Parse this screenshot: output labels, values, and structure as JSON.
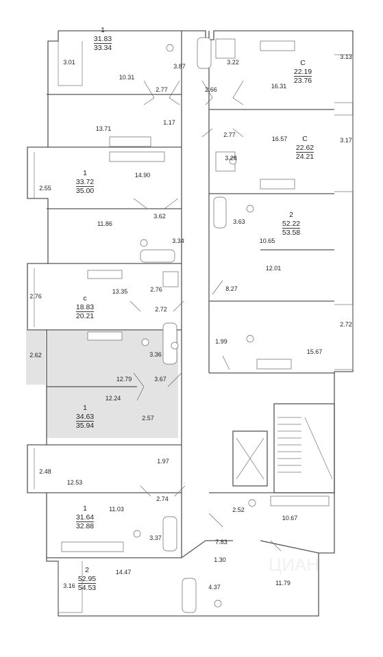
{
  "apartments": [
    {
      "id": "a1",
      "rooms": "1",
      "living": "31.83",
      "total": "33.34"
    },
    {
      "id": "a2",
      "rooms": "C",
      "living": "22.19",
      "total": "23.76"
    },
    {
      "id": "a3",
      "rooms": "C",
      "living": "22.62",
      "total": "24.21"
    },
    {
      "id": "a4",
      "rooms": "1",
      "living": "33.72",
      "total": "35.00"
    },
    {
      "id": "a5",
      "rooms": "2",
      "living": "52.22",
      "total": "53.58"
    },
    {
      "id": "a6",
      "rooms": "с",
      "living": "18.83",
      "total": "20.21"
    },
    {
      "id": "a7",
      "rooms": "1",
      "living": "34.63",
      "total": "35.94"
    },
    {
      "id": "a8",
      "rooms": "1",
      "living": "31.64",
      "total": "32.88"
    },
    {
      "id": "a9",
      "rooms": "2",
      "living": "52.95",
      "total": "54.53"
    }
  ],
  "areas": [
    "3.01",
    "10.31",
    "3.87",
    "2.77",
    "3.22",
    "2.66",
    "16.31",
    "3.13",
    "13.71",
    "1.17",
    "2.77",
    "16.57",
    "3.17",
    "3.28",
    "2.55",
    "14.90",
    "3.62",
    "3.63",
    "10.65",
    "11.86",
    "3.34",
    "12.01",
    "2.76",
    "13.35",
    "2.76",
    "2.72",
    "8.27",
    "2.72",
    "2.62",
    "3.36",
    "1.99",
    "15.67",
    "12.79",
    "3.67",
    "12.24",
    "2.57",
    "2.48",
    "1.97",
    "12.53",
    "2.74",
    "11.03",
    "2.52",
    "10.67",
    "3.37",
    "7.83",
    "1.30",
    "3.16",
    "14.47",
    "4.37",
    "11.79"
  ],
  "watermark": "ЦИАН"
}
